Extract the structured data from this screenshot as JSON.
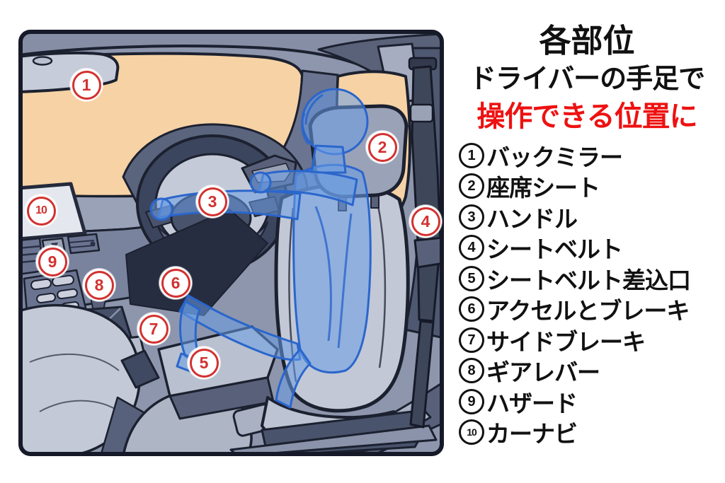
{
  "panel": {
    "title": {
      "line1": "各部位",
      "line2": "ドライバーの手足で",
      "line3": "操作できる位置に"
    },
    "items": [
      {
        "num": "1",
        "label": "バックミラー"
      },
      {
        "num": "2",
        "label": "座席シート"
      },
      {
        "num": "3",
        "label": "ハンドル"
      },
      {
        "num": "4",
        "label": "シートベルト"
      },
      {
        "num": "5",
        "label": "シートベルト差込口"
      },
      {
        "num": "6",
        "label": "アクセルとブレーキ"
      },
      {
        "num": "7",
        "label": "サイドブレーキ"
      },
      {
        "num": "8",
        "label": "ギアレバー"
      },
      {
        "num": "9",
        "label": "ハザード"
      },
      {
        "num": "10",
        "label": "カーナビ"
      }
    ]
  },
  "markers": [
    "1",
    "2",
    "3",
    "4",
    "5",
    "6",
    "7",
    "8",
    "9",
    "10"
  ],
  "colors": {
    "title_red": "#ee1111",
    "marker_red": "#d23230",
    "window_peach": "#f6d2a4",
    "cabin_gray": "#8d96ac",
    "dark_trim": "#4e5870",
    "light_trim": "#c3c9d7",
    "driver_blue": "#6a9ce5",
    "driver_blue_stroke": "#2a66cc",
    "outline": "#1c2130"
  }
}
